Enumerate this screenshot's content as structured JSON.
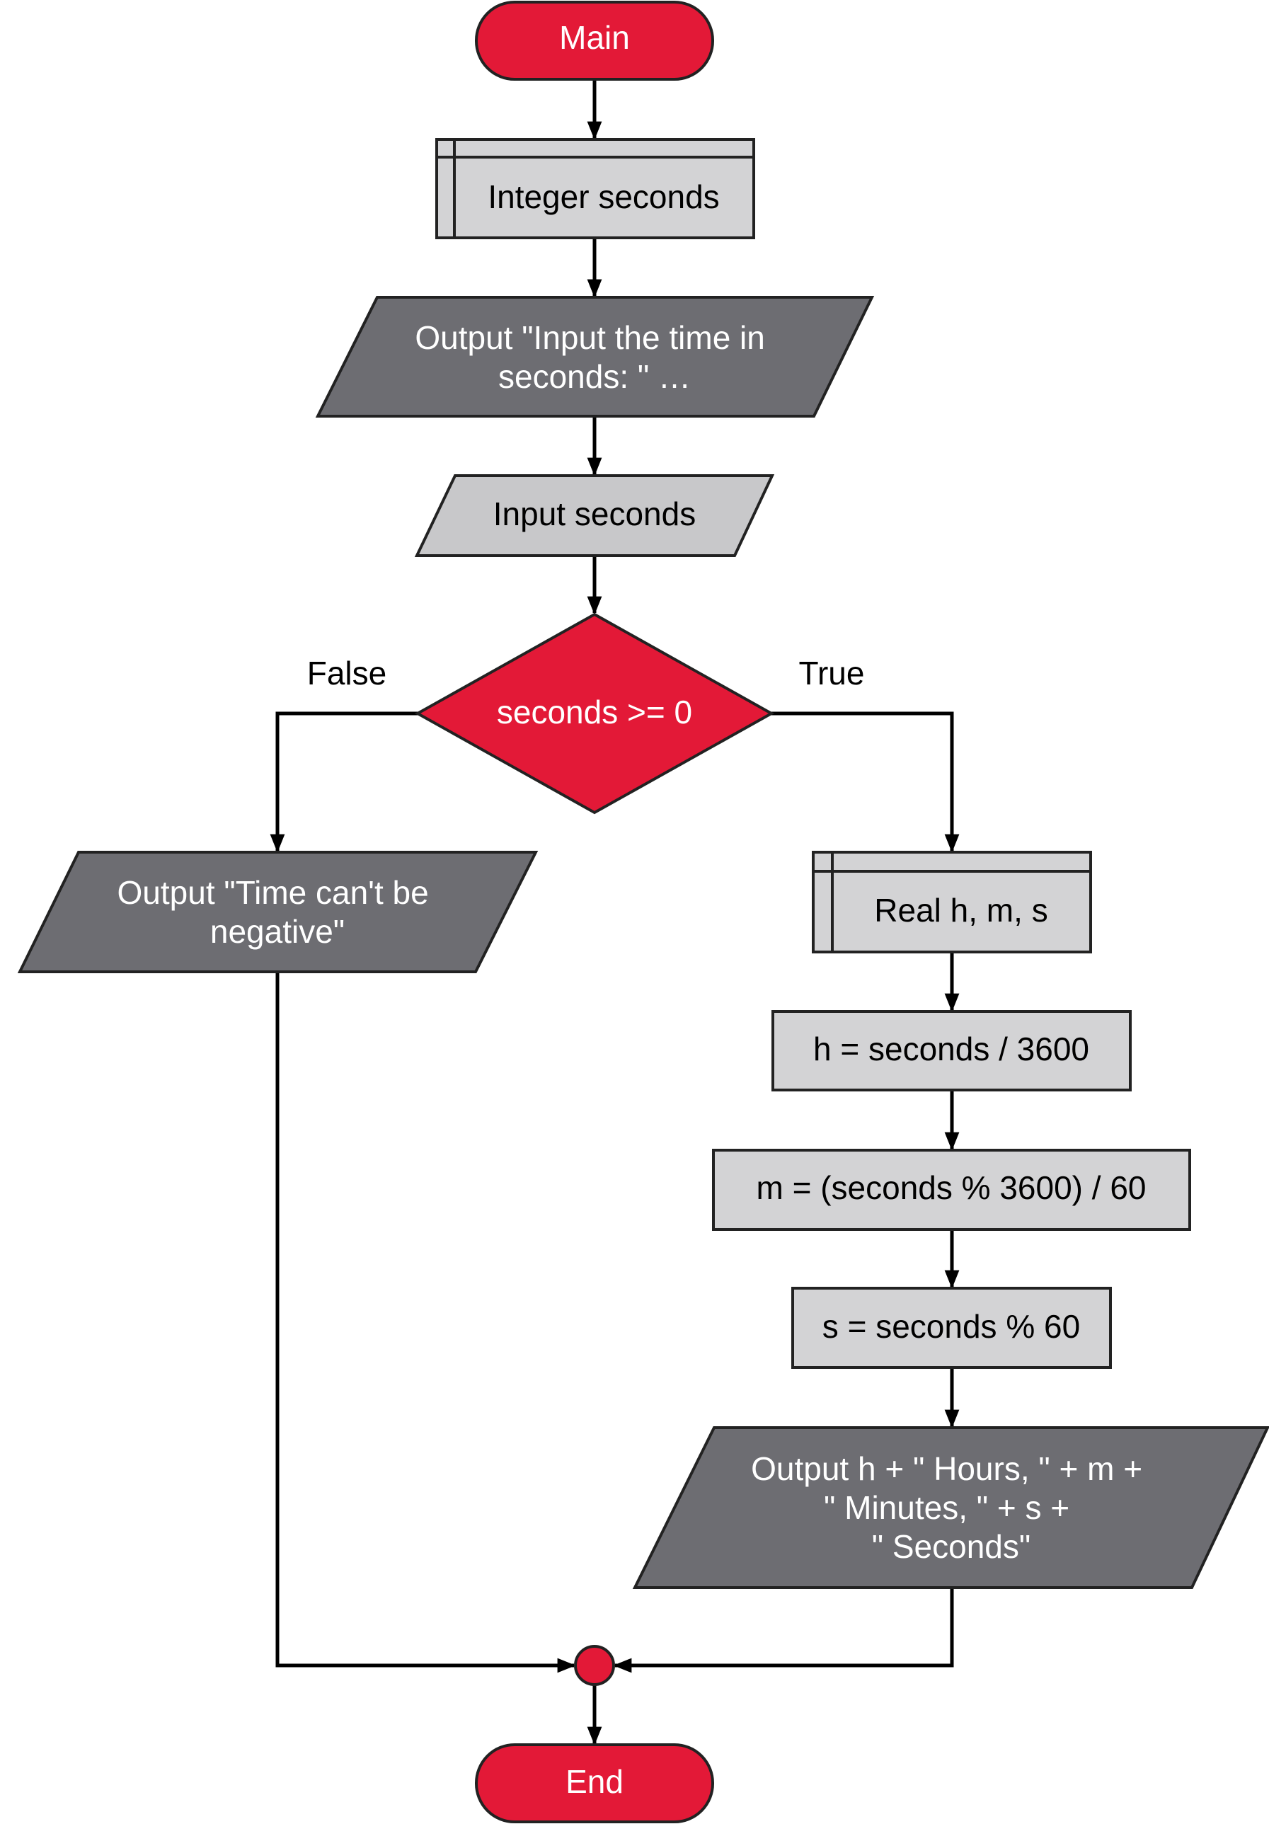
{
  "colors": {
    "terminal": "#e31937",
    "decision": "#e31937",
    "connector": "#e31937",
    "io_dark": "#6d6d72",
    "io_light": "#c8c8ca",
    "declare": "#d3d3d5",
    "process": "#d3d3d5",
    "edge": "#000000"
  },
  "nodes": {
    "main": {
      "label": "Main"
    },
    "declare_seconds": {
      "label": "Integer seconds"
    },
    "output_prompt": {
      "line1": "Output \"Input the time in",
      "line2": "seconds: \" …"
    },
    "input_seconds": {
      "label": "Input seconds"
    },
    "decision": {
      "label": "seconds >= 0"
    },
    "output_negative": {
      "line1": "Output \"Time can't be",
      "line2": "negative\""
    },
    "declare_hms": {
      "label": "Real h, m, s"
    },
    "assign_h": {
      "label": "h = seconds / 3600"
    },
    "assign_m": {
      "label": "m = (seconds % 3600) / 60"
    },
    "assign_s": {
      "label": "s = seconds % 60"
    },
    "output_result": {
      "line1": "Output h + \" Hours, \" + m +",
      "line2": "\" Minutes, \" + s +",
      "line3": "\" Seconds\""
    },
    "end": {
      "label": "End"
    }
  },
  "edges": {
    "false_label": "False",
    "true_label": "True"
  }
}
